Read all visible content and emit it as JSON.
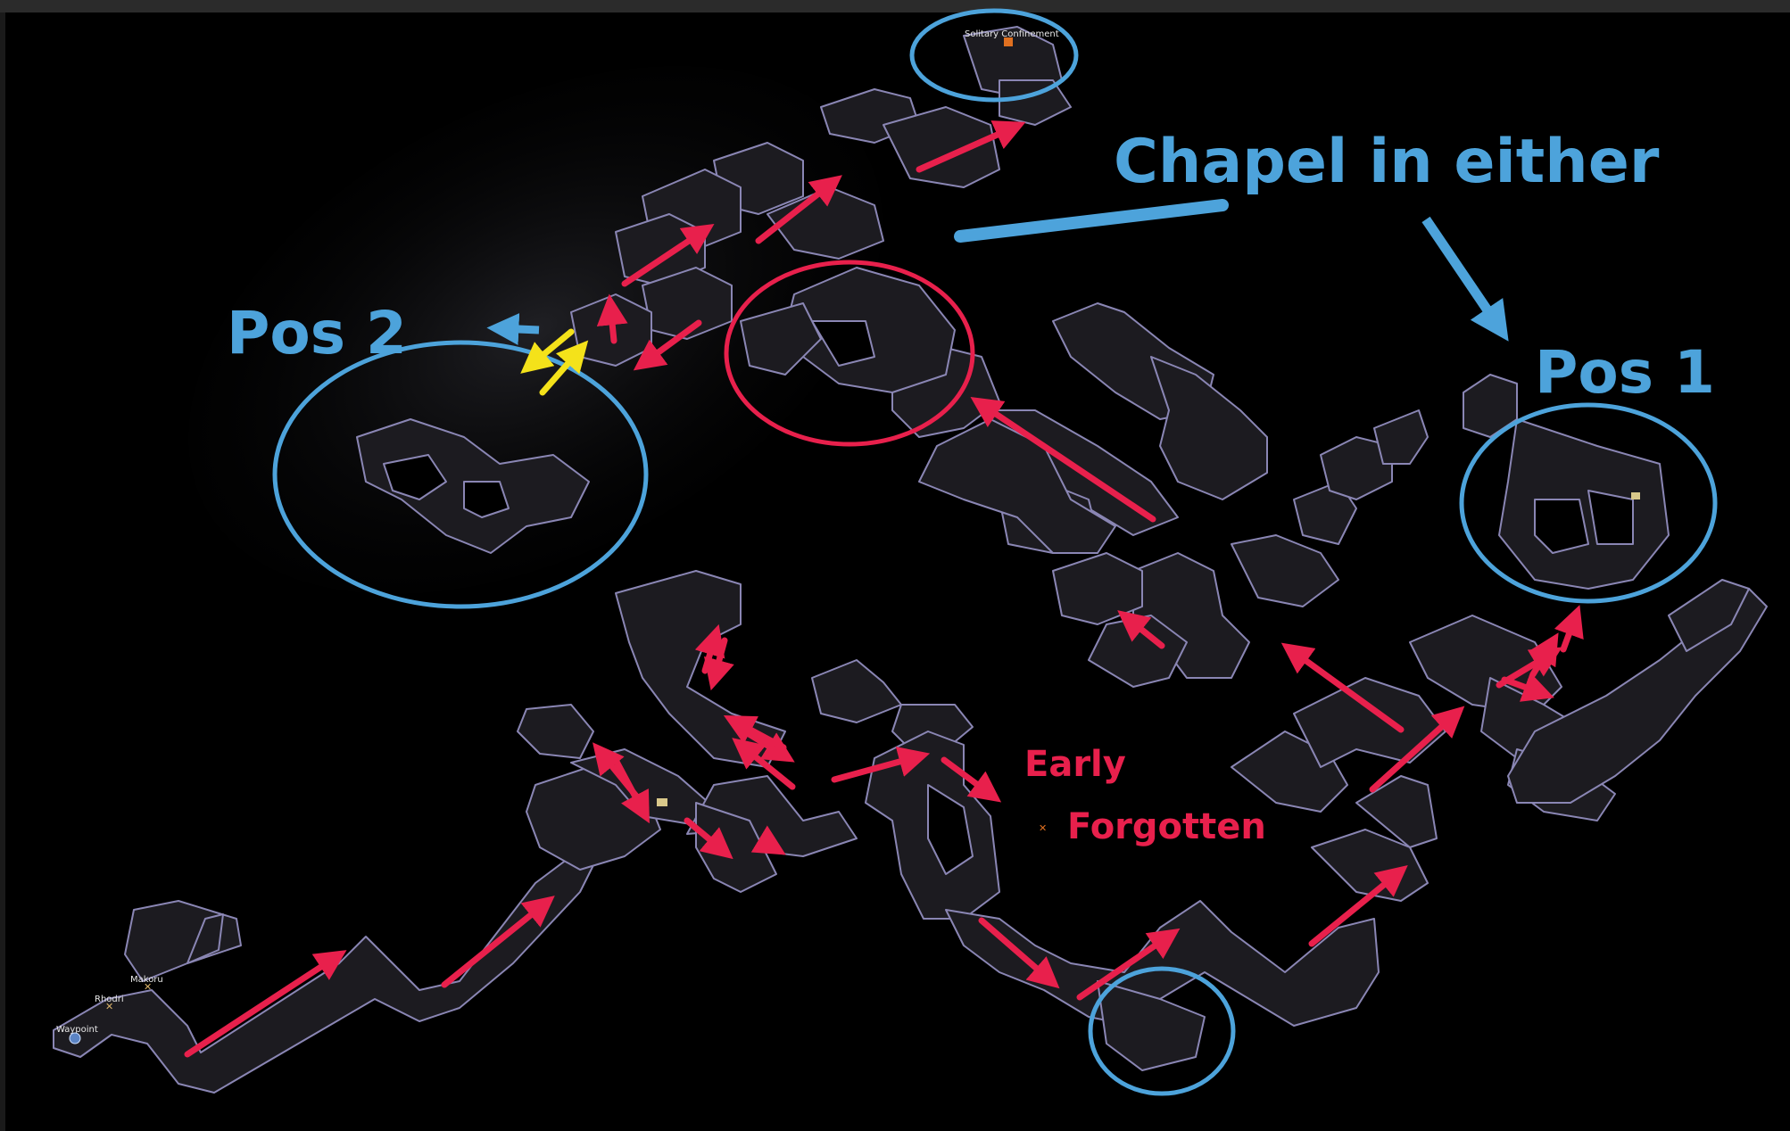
{
  "map": {
    "labels": {
      "solitary": "Solitary Confinement",
      "makoru": "Makoru",
      "rhodri": "Rhodri",
      "waypoint": "Waypoint"
    }
  },
  "annotations": {
    "chapel": "Chapel in either",
    "pos1": "Pos 1",
    "pos2": "Pos 2",
    "early": "Early",
    "forgotten": "Forgotten"
  },
  "colors": {
    "floor": "#1c1b20",
    "outline": "#8a86b4",
    "red": "#e8204c",
    "blue": "#4da3db",
    "yellow": "#f4e21a"
  }
}
